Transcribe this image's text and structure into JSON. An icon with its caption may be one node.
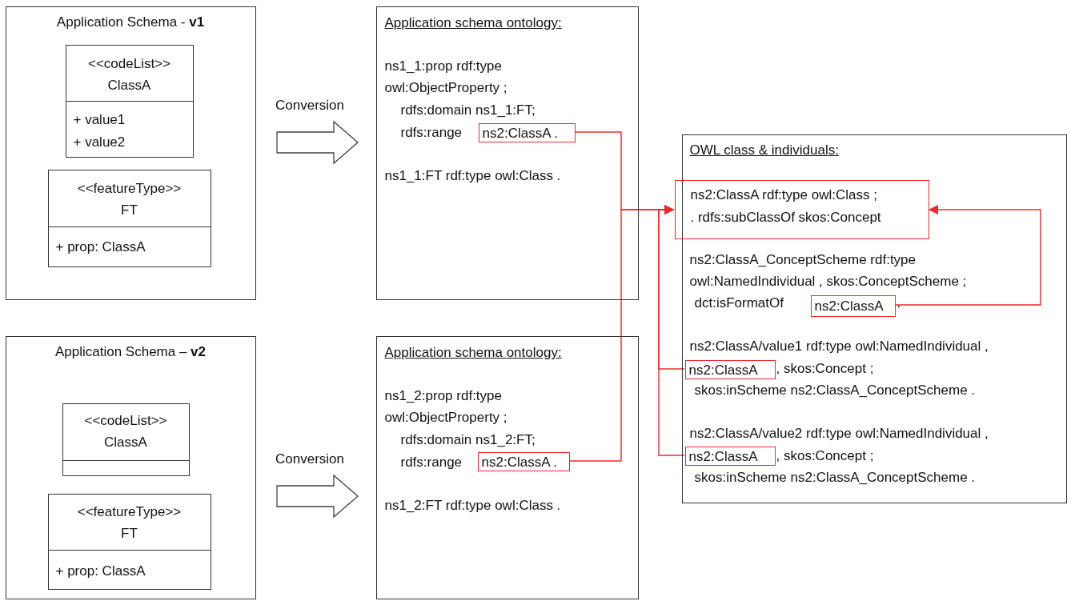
{
  "diagram": {
    "nodes": [
      {
        "text": [
          "Application Schema - **v1**"
        ]
      },
      {
        "text": [
          "<<codeList>>",
          "ClassA",
          "+ value1",
          "+ value2"
        ],
        "in": 0
      },
      {
        "text": [
          "<<featureType>>",
          "FT",
          "+ prop: ClassA"
        ],
        "in": 0
      },
      {
        "text": [
          "Application Schema – **v2**"
        ]
      },
      {
        "text": [
          "<<codeList>>",
          "ClassA"
        ],
        "in": 3
      },
      {
        "text": [
          "<<featureType>>",
          "FT",
          "+ prop: ClassA"
        ],
        "in": 3
      },
      {
        "text": [
          "Application schema ontology:",
          "ns1_1:prop rdf:type owl:ObjectProperty ;",
          "rdfs:domain ns1_1:FT;",
          "rdfs:range",
          "ns1_1:FT rdf:type owl:Class ."
        ]
      },
      {
        "text": [
          "ns2:ClassA ."
        ],
        "in": 6
      },
      {
        "text": [
          "Application schema ontology:",
          "ns1_2:prop rdf:type owl:ObjectProperty ;",
          "rdfs:domain ns1_2:FT;",
          "rdfs:range",
          "ns1_2:FT rdf:type owl:Class ."
        ]
      },
      {
        "text": [
          "ns2:ClassA ."
        ],
        "in": 8
      },
      {
        "text": [
          "OWL class & individuals:",
          "ns2:ClassA_ConceptScheme rdf:type owl:NamedIndividual , skos:ConceptScheme ;",
          "dct:isFormatOf",
          ".",
          "ns2:ClassA/value1 rdf:type owl:NamedIndividual ,",
          ", skos:Concept ;",
          "skos:inScheme ns2:ClassA_ConceptScheme .",
          "ns2:ClassA/value2 rdf:type owl:NamedIndividual ,",
          ", skos:Concept ;",
          "skos:inScheme ns2:ClassA_ConceptScheme ."
        ]
      },
      {
        "text": [
          "ns2:ClassA rdf:type owl:Class ;",
          ". rdfs:subClassOf skos:Concept"
        ],
        "in": 10
      },
      {
        "text": [
          "ns2:ClassA"
        ],
        "in": 10
      },
      {
        "text": [
          "ns2:ClassA"
        ],
        "in": 10
      },
      {
        "text": [
          "ns2:ClassA"
        ],
        "in": 10
      }
    ],
    "edges": [
      {
        "from": 0,
        "to": 6,
        "arrow": "to",
        "label": "Conversion",
        "style": "thick",
        "color": "#404040"
      },
      {
        "from": 3,
        "to": 8,
        "arrow": "to",
        "label": "Conversion",
        "style": "thick",
        "color": "#404040"
      },
      {
        "from": 7,
        "to": 11,
        "arrow": "to"
      },
      {
        "from": 9,
        "to": 11,
        "arrow": "to"
      },
      {
        "from": 12,
        "to": 11,
        "arrow": "to"
      },
      {
        "from": 13,
        "to": 11,
        "arrow": "to"
      },
      {
        "from": 14,
        "to": 11,
        "arrow": "to"
      }
    ]
  }
}
